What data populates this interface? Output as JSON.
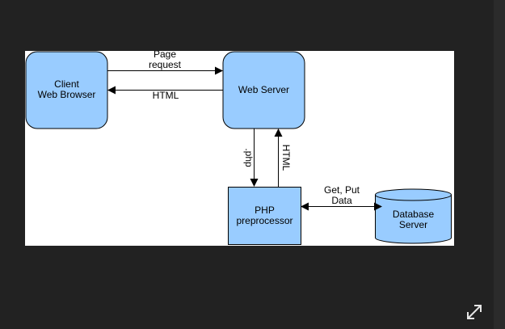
{
  "colors": {
    "background": "#222222",
    "canvas": "#ffffff",
    "node_fill": "#99ccff",
    "node_stroke": "#000000",
    "icon": "#e6e6e6"
  },
  "nodes": {
    "client": {
      "line1": "Client",
      "line2": "Web Browser"
    },
    "webserver": {
      "label": "Web Server"
    },
    "php": {
      "line1": "PHP",
      "line2": "preprocessor"
    },
    "database": {
      "line1": "Database",
      "line2": "Server"
    }
  },
  "edges": {
    "page_request": {
      "line1": "Page",
      "line2": "request"
    },
    "html_to_client": "HTML",
    "php_down": ".php",
    "html_up": "HTML",
    "get_put": {
      "line1": "Get, Put",
      "line2": "Data"
    }
  },
  "controls": {
    "expand_icon": "expand-diagonal-arrows-icon"
  }
}
